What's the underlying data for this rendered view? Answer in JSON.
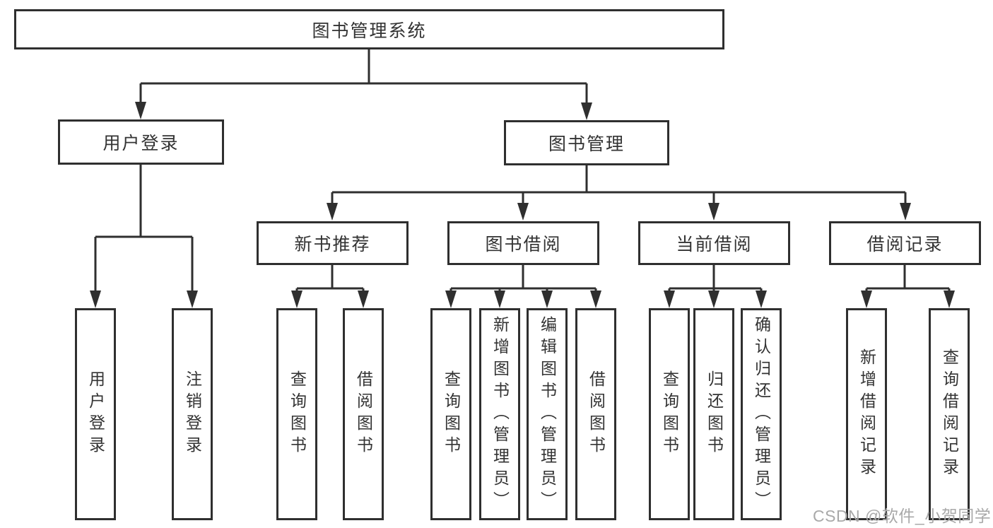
{
  "diagram_title": "图书管理系统",
  "tree": {
    "label": "图书管理系统",
    "children": [
      {
        "label": "用户登录",
        "children": [
          {
            "label": "用户登录"
          },
          {
            "label": "注销登录"
          }
        ]
      },
      {
        "label": "图书管理",
        "children": [
          {
            "label": "新书推荐",
            "children": [
              {
                "label": "查询图书"
              },
              {
                "label": "借阅图书"
              }
            ]
          },
          {
            "label": "图书借阅",
            "children": [
              {
                "label": "查询图书"
              },
              {
                "label": "新增图书（管理员）"
              },
              {
                "label": "编辑图书（管理员）"
              },
              {
                "label": "借阅图书"
              }
            ]
          },
          {
            "label": "当前借阅",
            "children": [
              {
                "label": "查询图书"
              },
              {
                "label": "归还图书"
              },
              {
                "label": "确认归还（管理员）"
              }
            ]
          },
          {
            "label": "借阅记录",
            "children": [
              {
                "label": "新增借阅记录"
              },
              {
                "label": "查询借阅记录"
              }
            ]
          }
        ]
      }
    ]
  },
  "watermark": {
    "text": "CSDN @软件_小贺同学"
  },
  "colors": {
    "line": "#2f2f2f",
    "box_border": "#2f2f2f",
    "box_fill": "#ffffff",
    "text": "#333333",
    "watermark": "#a9a9a9",
    "background": "#ffffff"
  }
}
